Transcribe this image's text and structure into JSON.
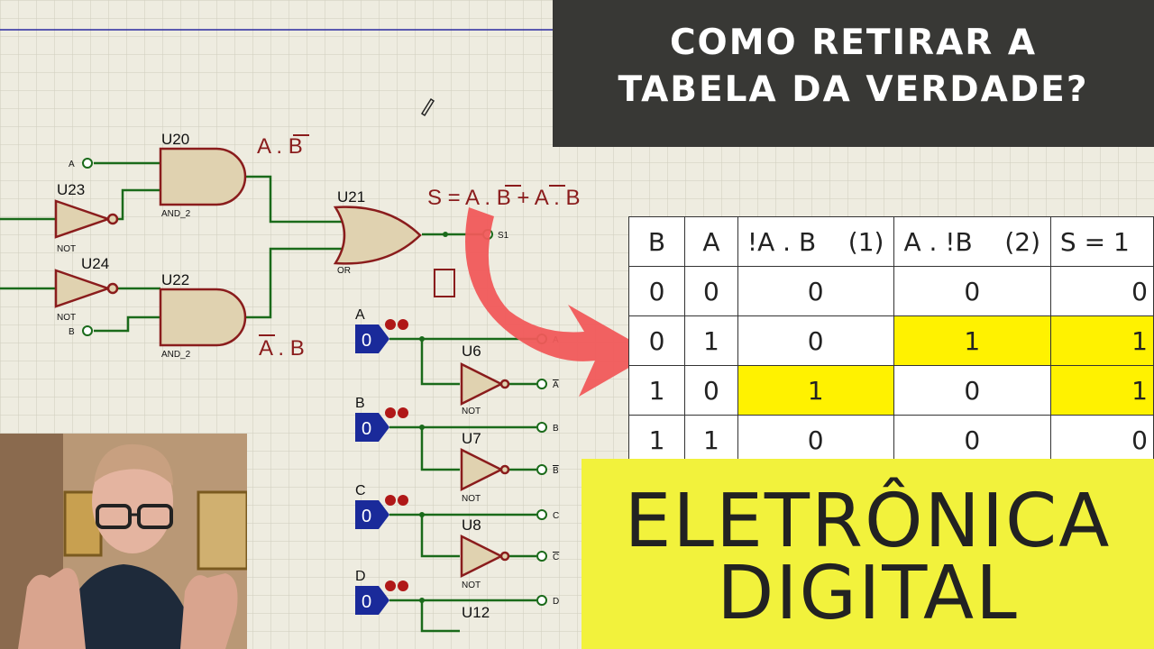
{
  "banner": {
    "line1": "COMO RETIRAR A",
    "line2": "TABELA DA VERDADE?"
  },
  "circuit": {
    "gates": {
      "u20": {
        "name": "U20",
        "type": "AND_2"
      },
      "u21": {
        "name": "U21",
        "type": "OR"
      },
      "u22": {
        "name": "U22",
        "type": "AND_2"
      },
      "u23": {
        "name": "U23",
        "type": "NOT"
      },
      "u24": {
        "name": "U24",
        "type": "NOT"
      },
      "u6": {
        "name": "U6",
        "type": "NOT"
      },
      "u7": {
        "name": "U7",
        "type": "NOT"
      },
      "u8": {
        "name": "U8",
        "type": "NOT"
      },
      "u12": {
        "name": "U12"
      }
    },
    "pins": {
      "a": "A",
      "b": "B",
      "s1": "S1"
    },
    "expr_top": "A . B",
    "expr_bottom": "A . B",
    "expr_out": "S = A . B + A . B",
    "switches": [
      {
        "label": "A",
        "value": "0",
        "out": "A",
        "nout": "A"
      },
      {
        "label": "B",
        "value": "0",
        "out": "B",
        "nout": "B"
      },
      {
        "label": "C",
        "value": "0",
        "out": "C",
        "nout": "C"
      },
      {
        "label": "D",
        "value": "0",
        "out": "D",
        "nout": ""
      }
    ]
  },
  "truth_table": {
    "headers": [
      "B",
      "A",
      "!A . B    (1)",
      "A . !B    (2)",
      "S = 1"
    ],
    "rows": [
      [
        "0",
        "0",
        "0",
        "0",
        "0"
      ],
      [
        "0",
        "1",
        "0",
        "1",
        "1"
      ],
      [
        "1",
        "0",
        "1",
        "0",
        "1"
      ],
      [
        "1",
        "1",
        "0",
        "0",
        "0"
      ]
    ]
  },
  "title": {
    "line1": "ELETRÔNICA",
    "line2": "DIGITAL"
  },
  "colors": {
    "banner": "#383835",
    "highlight": "#fff200",
    "title_bg": "#f2f23c",
    "arrow": "#f05a5a",
    "wire": "#1a6a1a",
    "gate": "#e0d2b0",
    "gate_stroke": "#8a1c1c",
    "switch": "#1a2a9a"
  }
}
